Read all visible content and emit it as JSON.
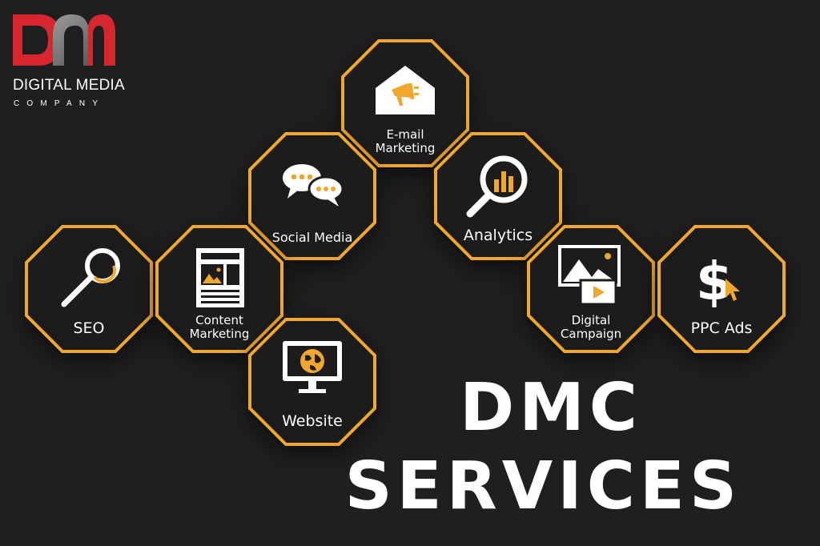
{
  "logo": {
    "mark": "DM",
    "name": "DIGITAL MEDIA",
    "sub": "COMPANY"
  },
  "colors": {
    "background": "#1f1f1f",
    "octagon_border": "#f0a72c",
    "icon_accent": "#f0a72c",
    "logo_red": "#d7262e",
    "text": "#ffffff"
  },
  "services": {
    "email": {
      "icon": "envelope-megaphone-icon",
      "line1": "E-mail",
      "line2": "Marketing"
    },
    "social": {
      "icon": "chat-bubbles-icon",
      "line1": "Social Media"
    },
    "analytics": {
      "icon": "magnifier-chart-icon",
      "line1": "Analytics"
    },
    "seo": {
      "icon": "magnifier-icon",
      "line1": "SEO"
    },
    "content": {
      "icon": "document-icon",
      "line1": "Content",
      "line2": "Marketing"
    },
    "digital": {
      "icon": "image-video-icon",
      "line1": "Digital",
      "line2": "Campaign"
    },
    "ppc": {
      "icon": "dollar-cursor-icon",
      "line1": "PPC Ads"
    },
    "website": {
      "icon": "monitor-globe-icon",
      "line1": "Website"
    }
  },
  "title": {
    "line1": "DMC",
    "line2": "SERVICES"
  }
}
